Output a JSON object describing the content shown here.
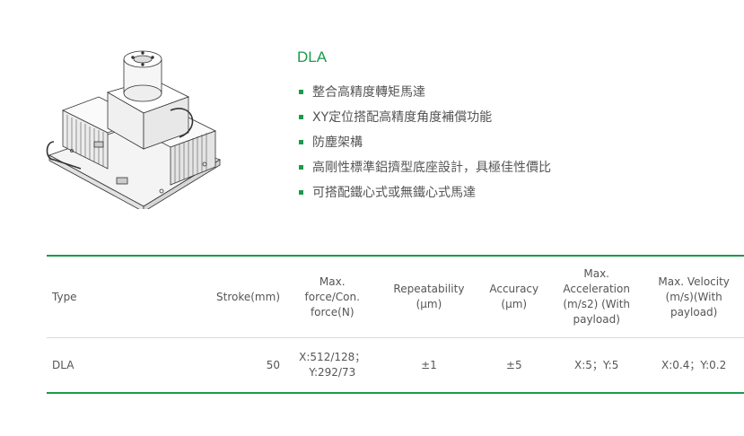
{
  "product": {
    "title": "DLA",
    "image_label": "DLA linear stage illustration",
    "features": [
      "整合高精度轉矩馬達",
      "XY定位搭配高精度角度補償功能",
      "防塵架構",
      "高剛性標準鋁擠型底座設計，具極佳性價比",
      "可搭配鐵心式或無鐵心式馬達"
    ]
  },
  "colors": {
    "accent": "#1a9b4a",
    "text": "#555555",
    "divider": "#d9d9d9"
  },
  "table": {
    "headers": {
      "type": "Type",
      "stroke": "Stroke(mm)",
      "force_l1": "Max.",
      "force_l2": "force/Con.",
      "force_l3": "force(N)",
      "repeat_l1": "Repeatability",
      "repeat_l2": "(μm)",
      "acc_l1": "Accuracy",
      "acc_l2": "(μm)",
      "accel_l1": "Max.",
      "accel_l2": "Acceleration",
      "accel_l3": "(m/s2) (With",
      "accel_l4": "payload)",
      "vel_l1": "Max. Velocity",
      "vel_l2": "(m/s)(With",
      "vel_l3": "payload)"
    },
    "rows": [
      {
        "type": "DLA",
        "stroke": "50",
        "force_l1": "X:512/128；",
        "force_l2": "Y:292/73",
        "repeatability": "±1",
        "accuracy": "±5",
        "acceleration": "X:5；Y:5",
        "velocity": "X:0.4；Y:0.2"
      }
    ]
  }
}
